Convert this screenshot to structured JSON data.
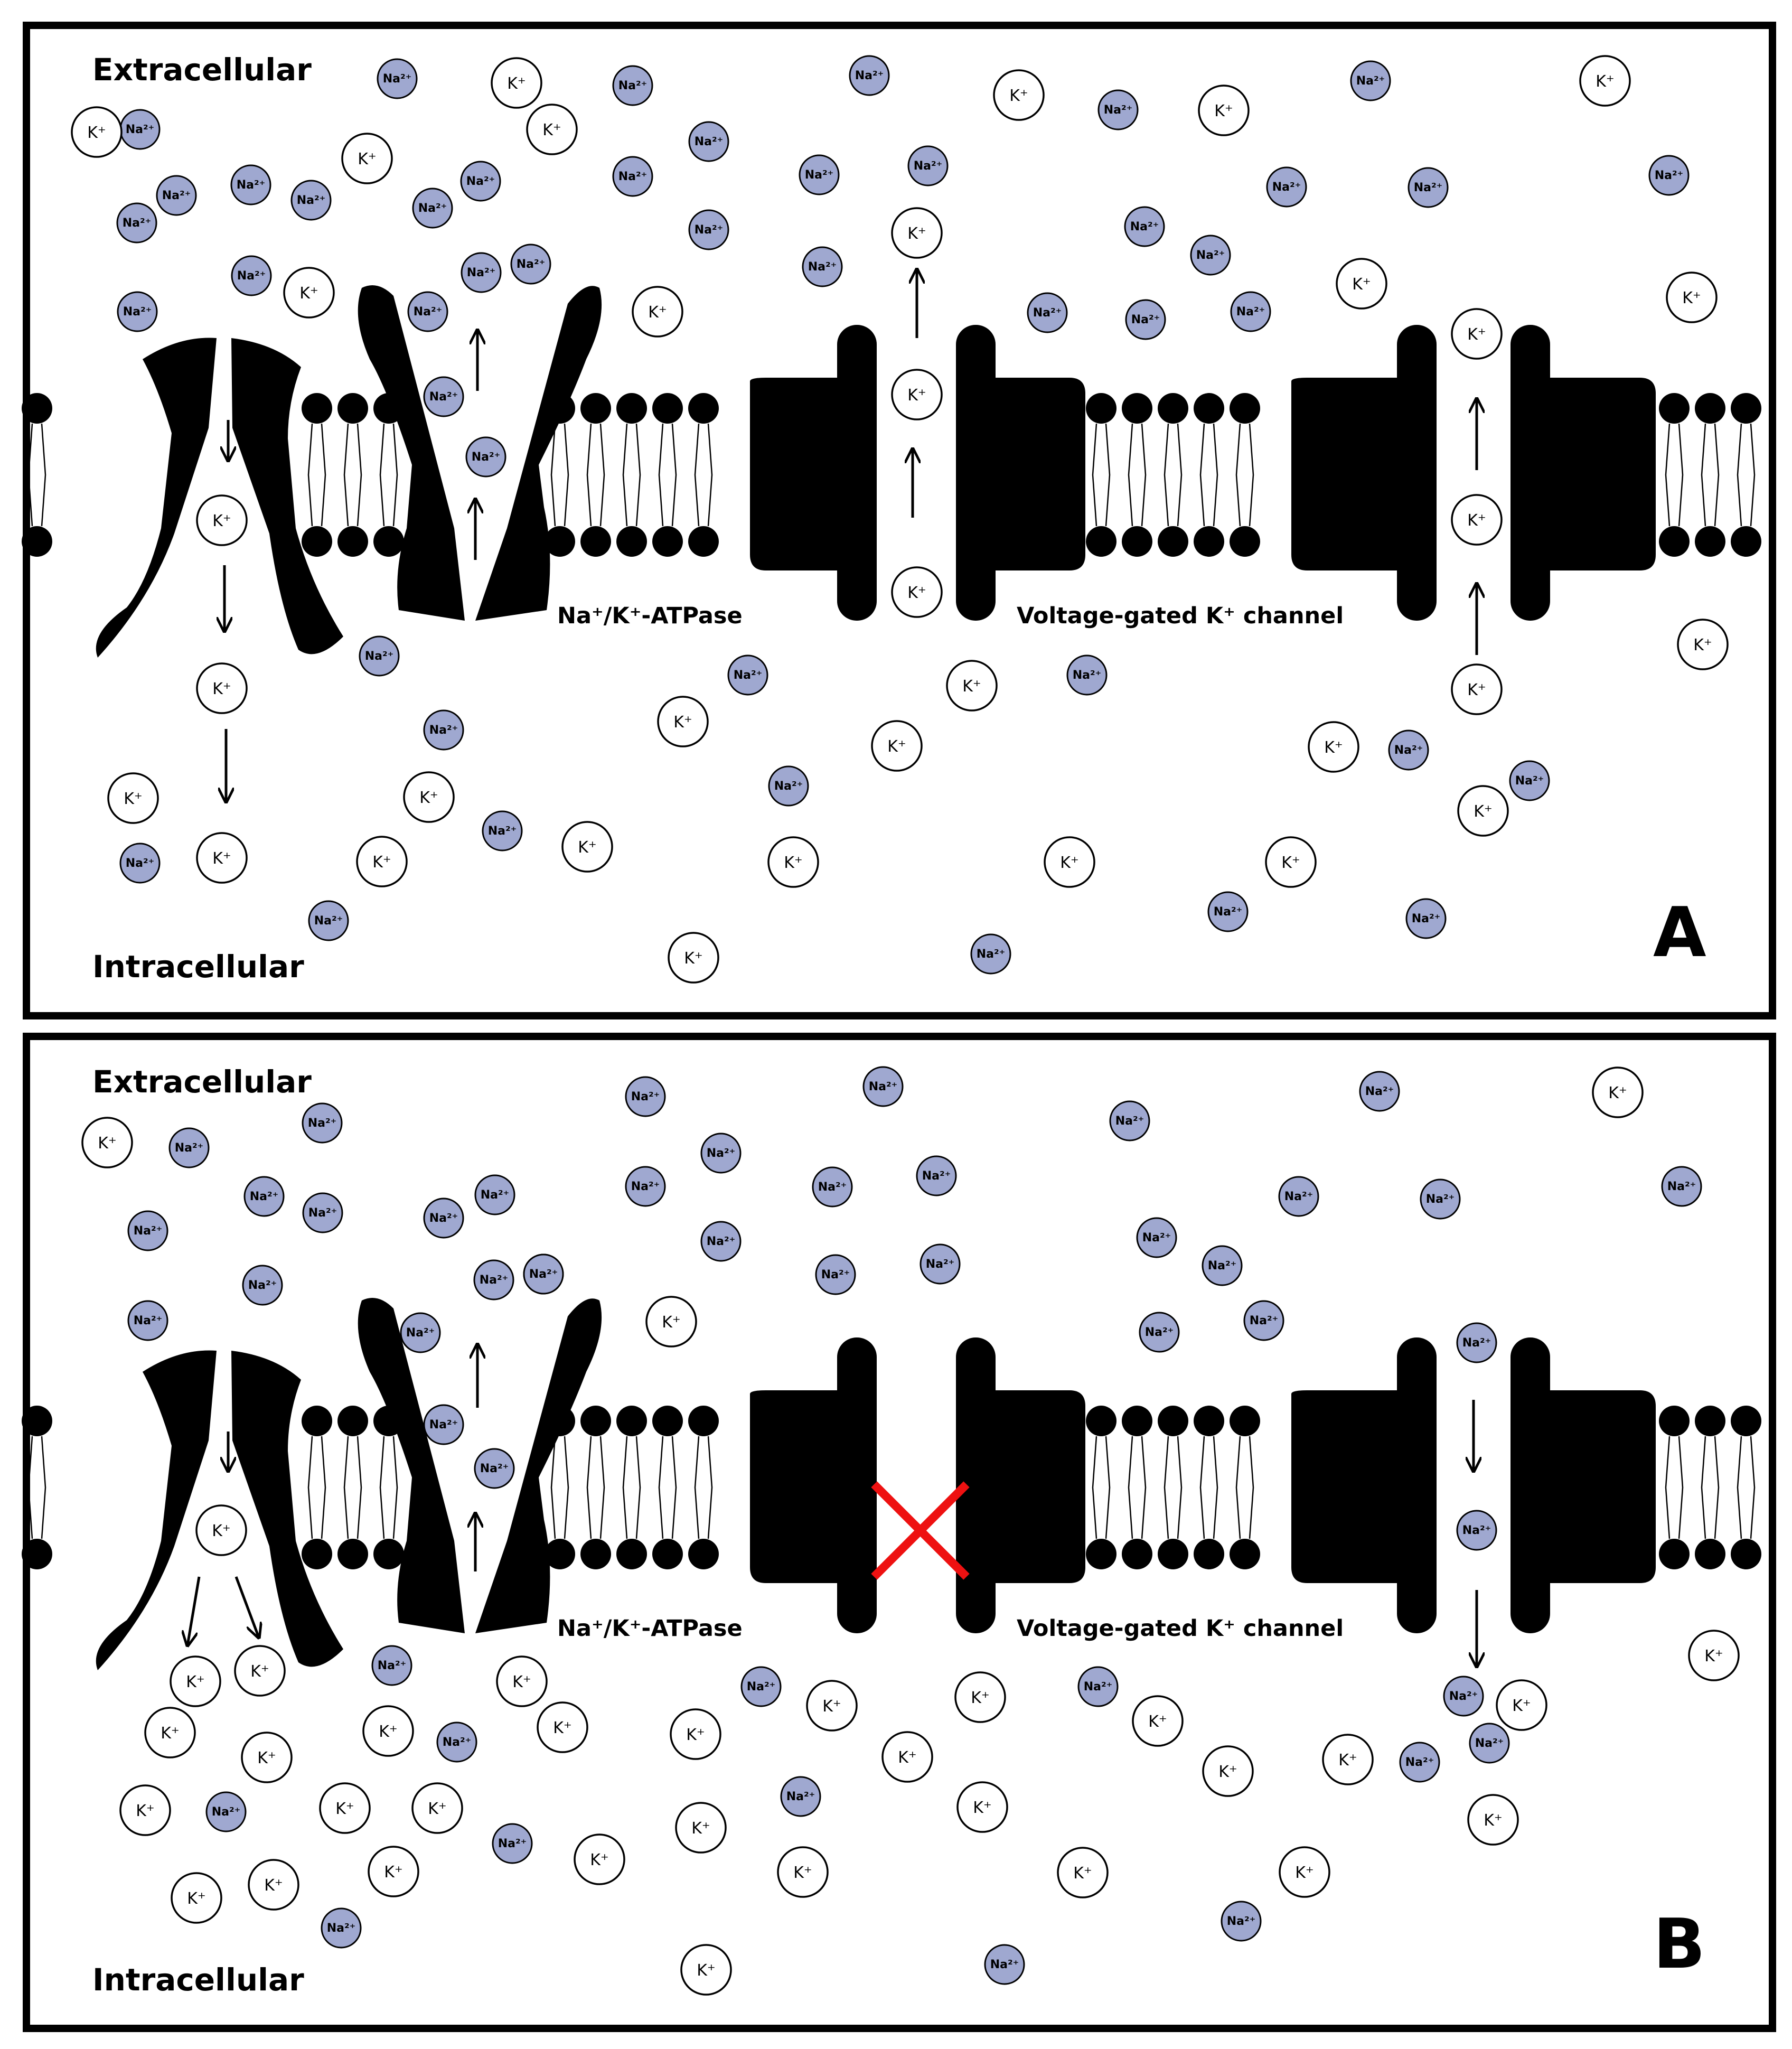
{
  "labels": {
    "extracellular": "Extracellular",
    "intracellular": "Intracellular",
    "atpase_label": "Na⁺/K⁺-ATPase",
    "channel_label": "Voltage-gated K⁺ channel",
    "panel_a": "A",
    "panel_b": "B"
  },
  "ion_symbols": {
    "k": "K⁺",
    "na": "Na²⁺"
  },
  "colors": {
    "na_fill": "#9fa8d0",
    "k_fill": "#ffffff",
    "block_mark": "#ee1111",
    "membrane": "#000000"
  }
}
